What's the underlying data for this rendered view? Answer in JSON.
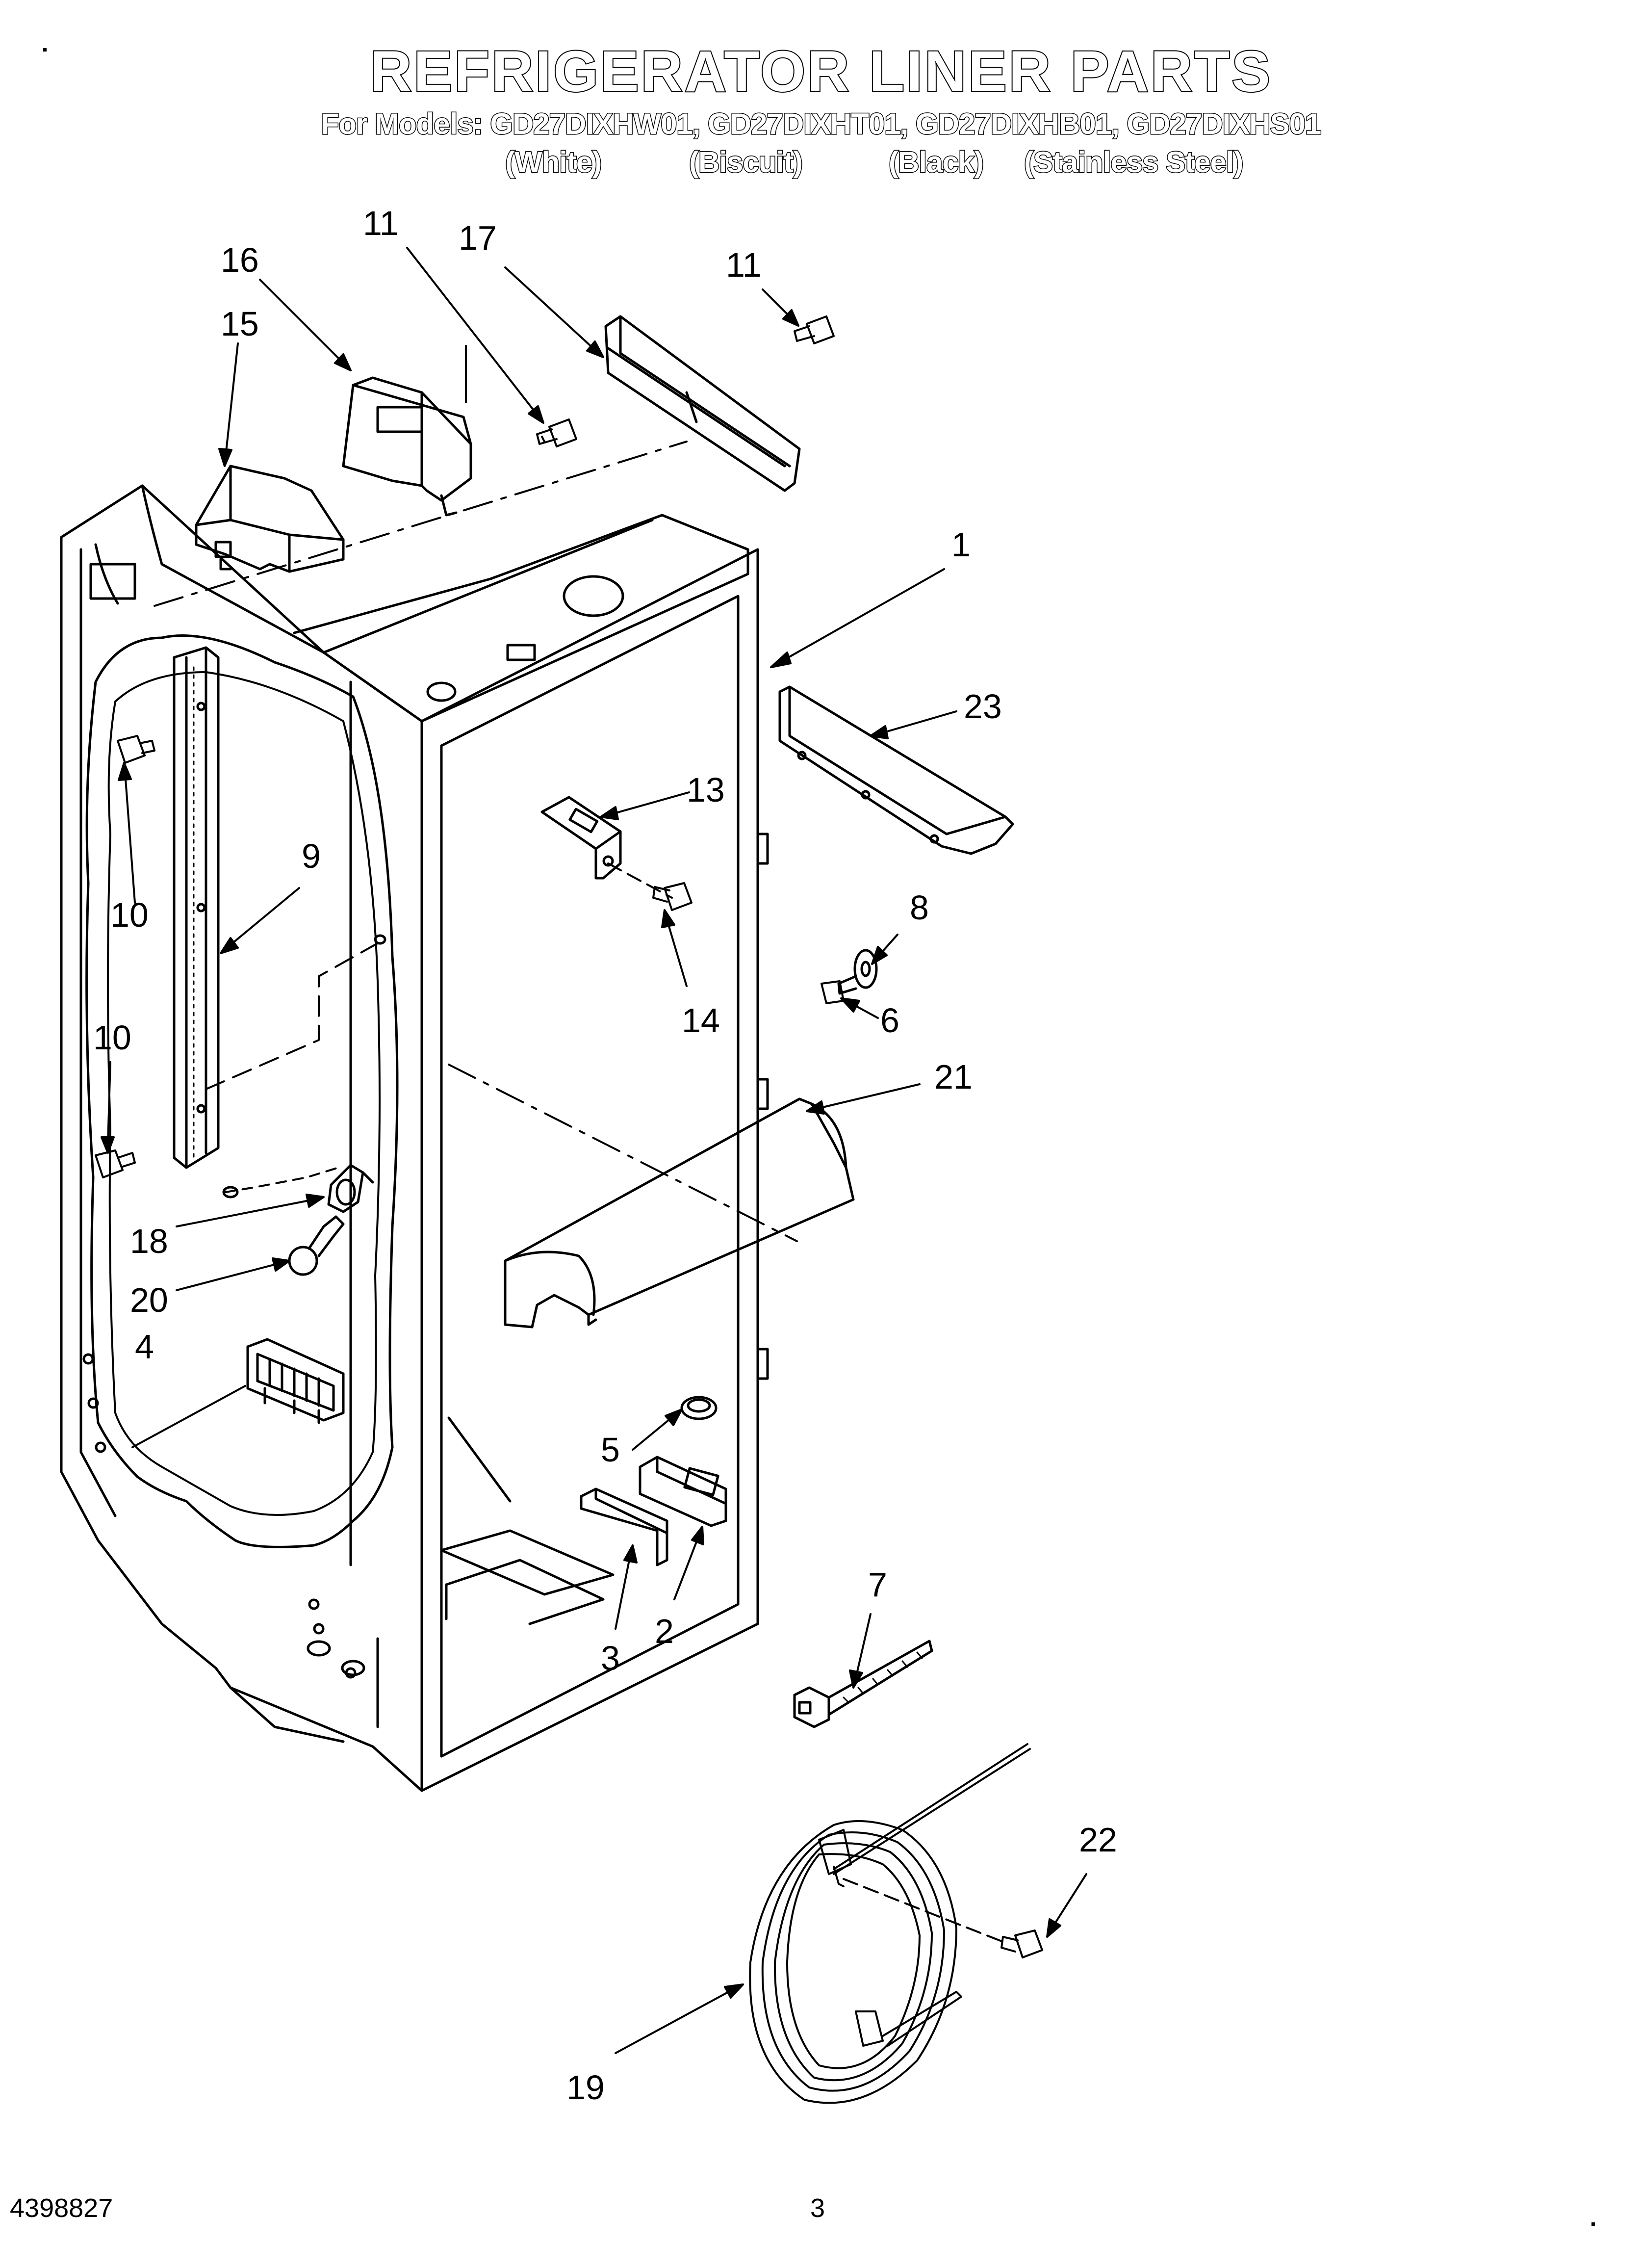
{
  "header": {
    "title": "REFRIGERATOR LINER PARTS",
    "models_line": "For Models: GD27DIXHW01, GD27DIXHT01, GD27DIXHB01, GD27DIXHS01",
    "finishes": [
      "(White)",
      "(Biscuit)",
      "(Black)",
      "(Stainless Steel)"
    ]
  },
  "callouts": [
    "1",
    "2",
    "3",
    "4",
    "5",
    "6",
    "7",
    "8",
    "9",
    "10",
    "10",
    "11",
    "11",
    "13",
    "14",
    "15",
    "16",
    "17",
    "18",
    "19",
    "20",
    "21",
    "22",
    "23"
  ],
  "footer": {
    "doc_number": "4398827",
    "page_number": "3"
  }
}
